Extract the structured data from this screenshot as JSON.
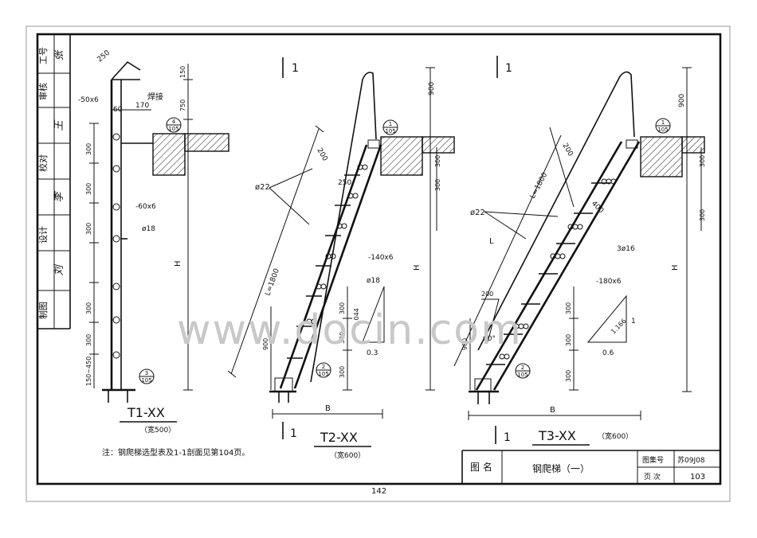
{
  "side_column": {
    "rows": [
      "工号",
      "审核",
      "校对",
      "设计",
      "制图"
    ],
    "sigs": [
      "张",
      "王",
      "李",
      "刘"
    ]
  },
  "views": {
    "t1": {
      "title": "T1-XX",
      "subtitle": "（宽500）"
    },
    "t2": {
      "title": "T2-XX",
      "subtitle": "（宽600）"
    },
    "t3": {
      "title": "T3-XX",
      "subtitle": "（宽600）"
    }
  },
  "section_marks": [
    "1",
    "1",
    "1",
    "1"
  ],
  "t1_labels": {
    "d250": "250",
    "weld": "焊接",
    "flat": "-50x6",
    "d60": "60",
    "d170": "170",
    "d150": "150",
    "d750": "750",
    "d300a": "300",
    "d300b": "300",
    "d300c": "300",
    "d300d": "300",
    "d300e": "300",
    "d150_450": "150~450",
    "bar": "-60x6",
    "rod": "ø18",
    "H": "H",
    "det4": {
      "top": "4",
      "bot": "105"
    },
    "det3": {
      "top": "3",
      "bot": "105"
    }
  },
  "t2_labels": {
    "d900": "900",
    "d200": "200",
    "d250": "250",
    "rod22": "ø22",
    "flat": "-140x6",
    "rod18": "ø18",
    "L": "L=1800",
    "d300a": "300",
    "d300b": "300",
    "d300c": "300",
    "d300d": "300",
    "d300e": "300",
    "d900b": "900",
    "H": "H",
    "B": "B",
    "ratio_a": "1.044",
    "ratio_b": "0.3",
    "det1": {
      "top": "1",
      "bot": "105"
    },
    "det2": {
      "top": "2",
      "bot": "105"
    }
  },
  "t3_labels": {
    "d900": "900",
    "d200": "200",
    "rod22": "ø22",
    "d400": "400",
    "L": "L=1800",
    "rod16": "3ø16",
    "flat": "-180x6",
    "L2": "L",
    "d200b": "200",
    "angle": "60°",
    "d300a": "300",
    "d300b": "300",
    "d300c": "300",
    "d300d": "300",
    "d300e": "300",
    "d900b": "900",
    "H": "H",
    "B": "B",
    "ratio_a": "1.166",
    "ratio_b": "0.6",
    "ratio_c": "1",
    "det1": {
      "top": "1",
      "bot": "105"
    },
    "det2": {
      "top": "2",
      "bot": "105"
    }
  },
  "note": "注：钢爬梯选型表及1-1剖面见第104页。",
  "title_block": {
    "label_name": "图 名",
    "drawing_name": "钢爬梯（一）",
    "label_atlas": "图集号",
    "atlas_no": "苏09J08",
    "label_page": "页 次",
    "page_no": "103"
  },
  "page_number": "142",
  "watermark": "www.docin.com"
}
